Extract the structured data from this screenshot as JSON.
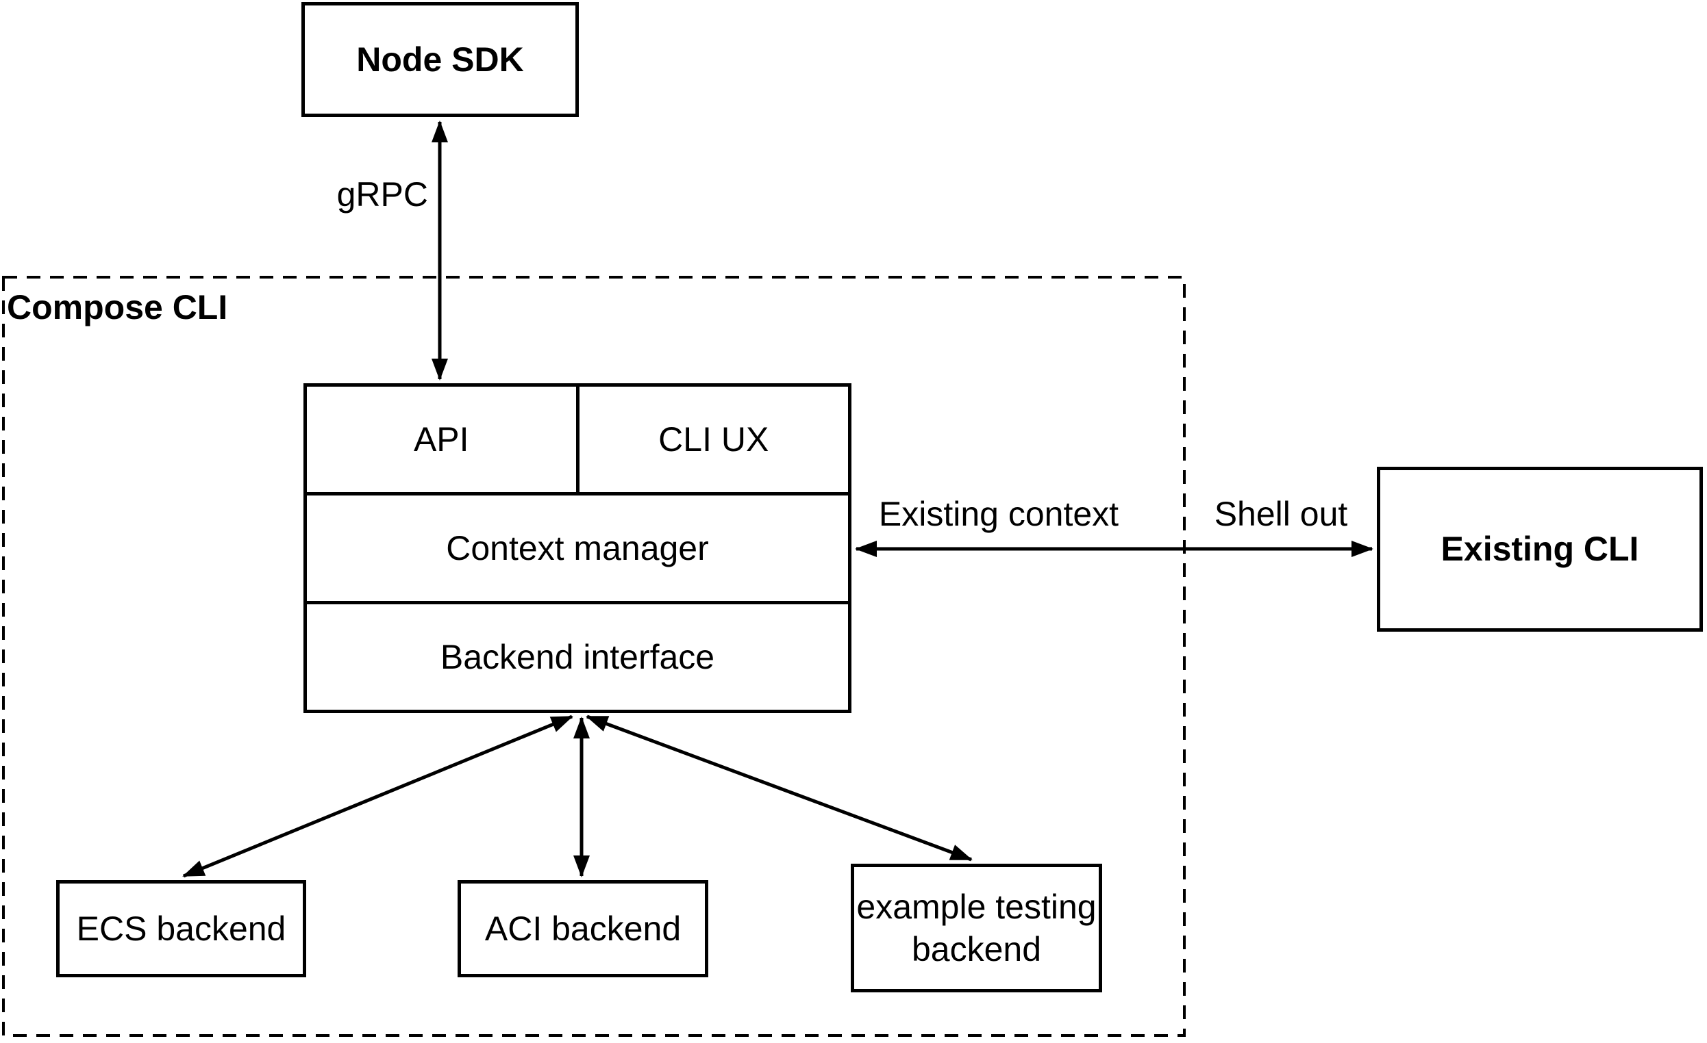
{
  "canvas": {
    "background_color": "#ffffff",
    "stroke_color": "#000000"
  },
  "nodes": {
    "node_sdk": {
      "label": "Node SDK"
    },
    "compose_cli_group": {
      "label": "Compose CLI"
    },
    "api": {
      "label": "API"
    },
    "cli_ux": {
      "label": "CLI UX"
    },
    "context_manager": {
      "label": "Context manager"
    },
    "backend_interface": {
      "label": "Backend interface"
    },
    "existing_cli": {
      "label": "Existing CLI"
    },
    "ecs_backend": {
      "label": "ECS backend"
    },
    "aci_backend": {
      "label": "ACI backend"
    },
    "example_testing_backend": {
      "label": "example testing backend"
    }
  },
  "edges": [
    {
      "from": "node_sdk",
      "to": "api",
      "label": "gRPC",
      "style": "double-arrow"
    },
    {
      "from": "context_manager",
      "to": "existing_cli",
      "labels": [
        "Existing context",
        "Shell out"
      ],
      "style": "double-arrow"
    },
    {
      "from": "backend_interface",
      "to": "ecs_backend",
      "style": "double-arrow"
    },
    {
      "from": "backend_interface",
      "to": "aci_backend",
      "style": "double-arrow"
    },
    {
      "from": "backend_interface",
      "to": "example_testing_backend",
      "style": "double-arrow"
    }
  ]
}
